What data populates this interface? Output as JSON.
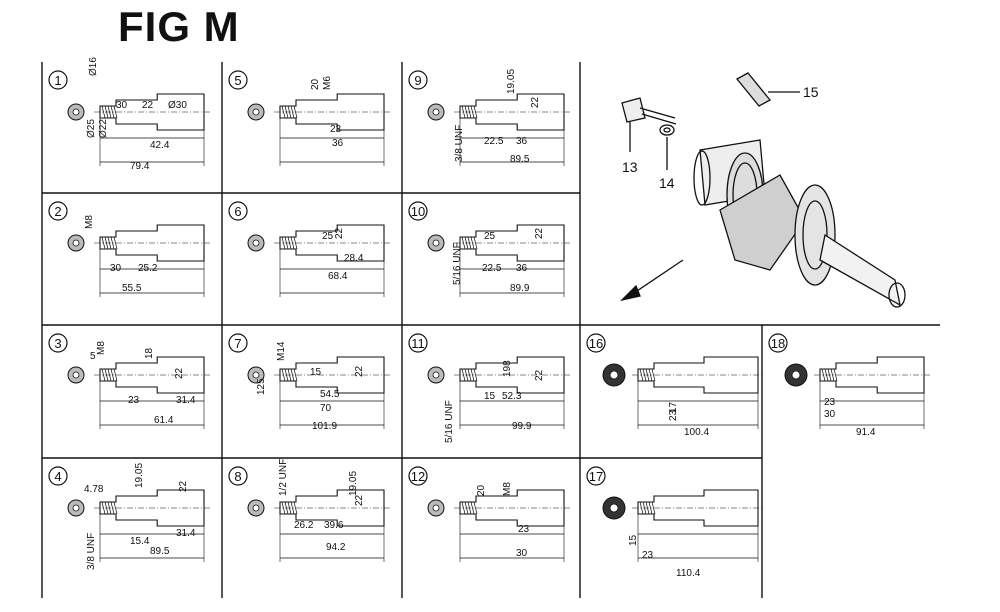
{
  "title": "FIG M",
  "cells": [
    {
      "id": "1",
      "num": "1",
      "dims": [
        "Ø16",
        "30",
        "22",
        "Ø25",
        "Ø22",
        "Ø30",
        "42.4",
        "79.4"
      ]
    },
    {
      "id": "5",
      "num": "5",
      "dims": [
        "20",
        "M6",
        "23",
        "36"
      ]
    },
    {
      "id": "9",
      "num": "9",
      "dims": [
        "19.05",
        "3/8 UNF",
        "22.5",
        "36",
        "22",
        "89.5"
      ]
    },
    {
      "id": "2",
      "num": "2",
      "dims": [
        "M8",
        "30",
        "25.2",
        "55.5"
      ]
    },
    {
      "id": "6",
      "num": "6",
      "dims": [
        "25",
        "22",
        "28.4",
        "68.4"
      ]
    },
    {
      "id": "10",
      "num": "10",
      "dims": [
        "25",
        "5/16 UNF",
        "22.5",
        "36",
        "22",
        "89.9"
      ]
    },
    {
      "id": "3",
      "num": "3",
      "dims": [
        "5",
        "M8",
        "18",
        "23",
        "31.4",
        "22",
        "61.4"
      ]
    },
    {
      "id": "7",
      "num": "7",
      "dims": [
        "M14",
        "125",
        "15",
        "54.5",
        "22",
        "70",
        "101.9"
      ]
    },
    {
      "id": "11",
      "num": "11",
      "dims": [
        "5/16 UNF",
        "15",
        "52.3",
        "198",
        "22",
        "99.9"
      ]
    },
    {
      "id": "16",
      "num": "16",
      "dims": [
        "17",
        "23",
        "100.4"
      ]
    },
    {
      "id": "18",
      "num": "18",
      "dims": [
        "23",
        "30",
        "91.4"
      ]
    },
    {
      "id": "4",
      "num": "4",
      "dims": [
        "4.78",
        "19.05",
        "22",
        "3/8 UNF",
        "15.4",
        "31.4",
        "89.5"
      ]
    },
    {
      "id": "8",
      "num": "8",
      "dims": [
        "1/2 UNF",
        "19.05",
        "26.2",
        "39.6",
        "22",
        "94.2"
      ]
    },
    {
      "id": "12",
      "num": "12",
      "dims": [
        "20",
        "M8",
        "23",
        "30"
      ]
    },
    {
      "id": "17",
      "num": "17",
      "dims": [
        "15",
        "23",
        "110.4"
      ]
    }
  ],
  "callouts": {
    "c13": "13",
    "c14": "14",
    "c15": "15"
  }
}
